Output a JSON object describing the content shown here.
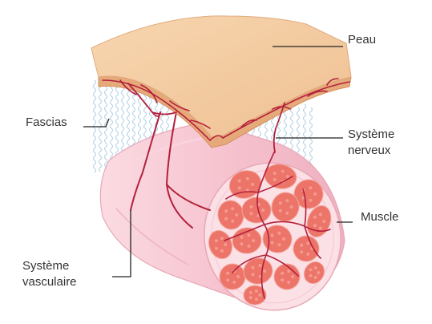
{
  "labels": {
    "peau": "Peau",
    "fascias": "Fascias",
    "nerveux": [
      "Système",
      "nerveux"
    ],
    "muscle": "Muscle",
    "vasculaire": [
      "Système",
      "vasculaire"
    ]
  },
  "colors": {
    "skin_top": "#f3c99c",
    "skin_side": "#e6a97a",
    "fascia_lines": "#9fc5de",
    "muscle_cylinder": "#f6c3cf",
    "muscle_end": "#fbe0e6",
    "fiber_bundle": "#ec7468",
    "vessel": "#b3203c",
    "leader_line": "#222222"
  }
}
